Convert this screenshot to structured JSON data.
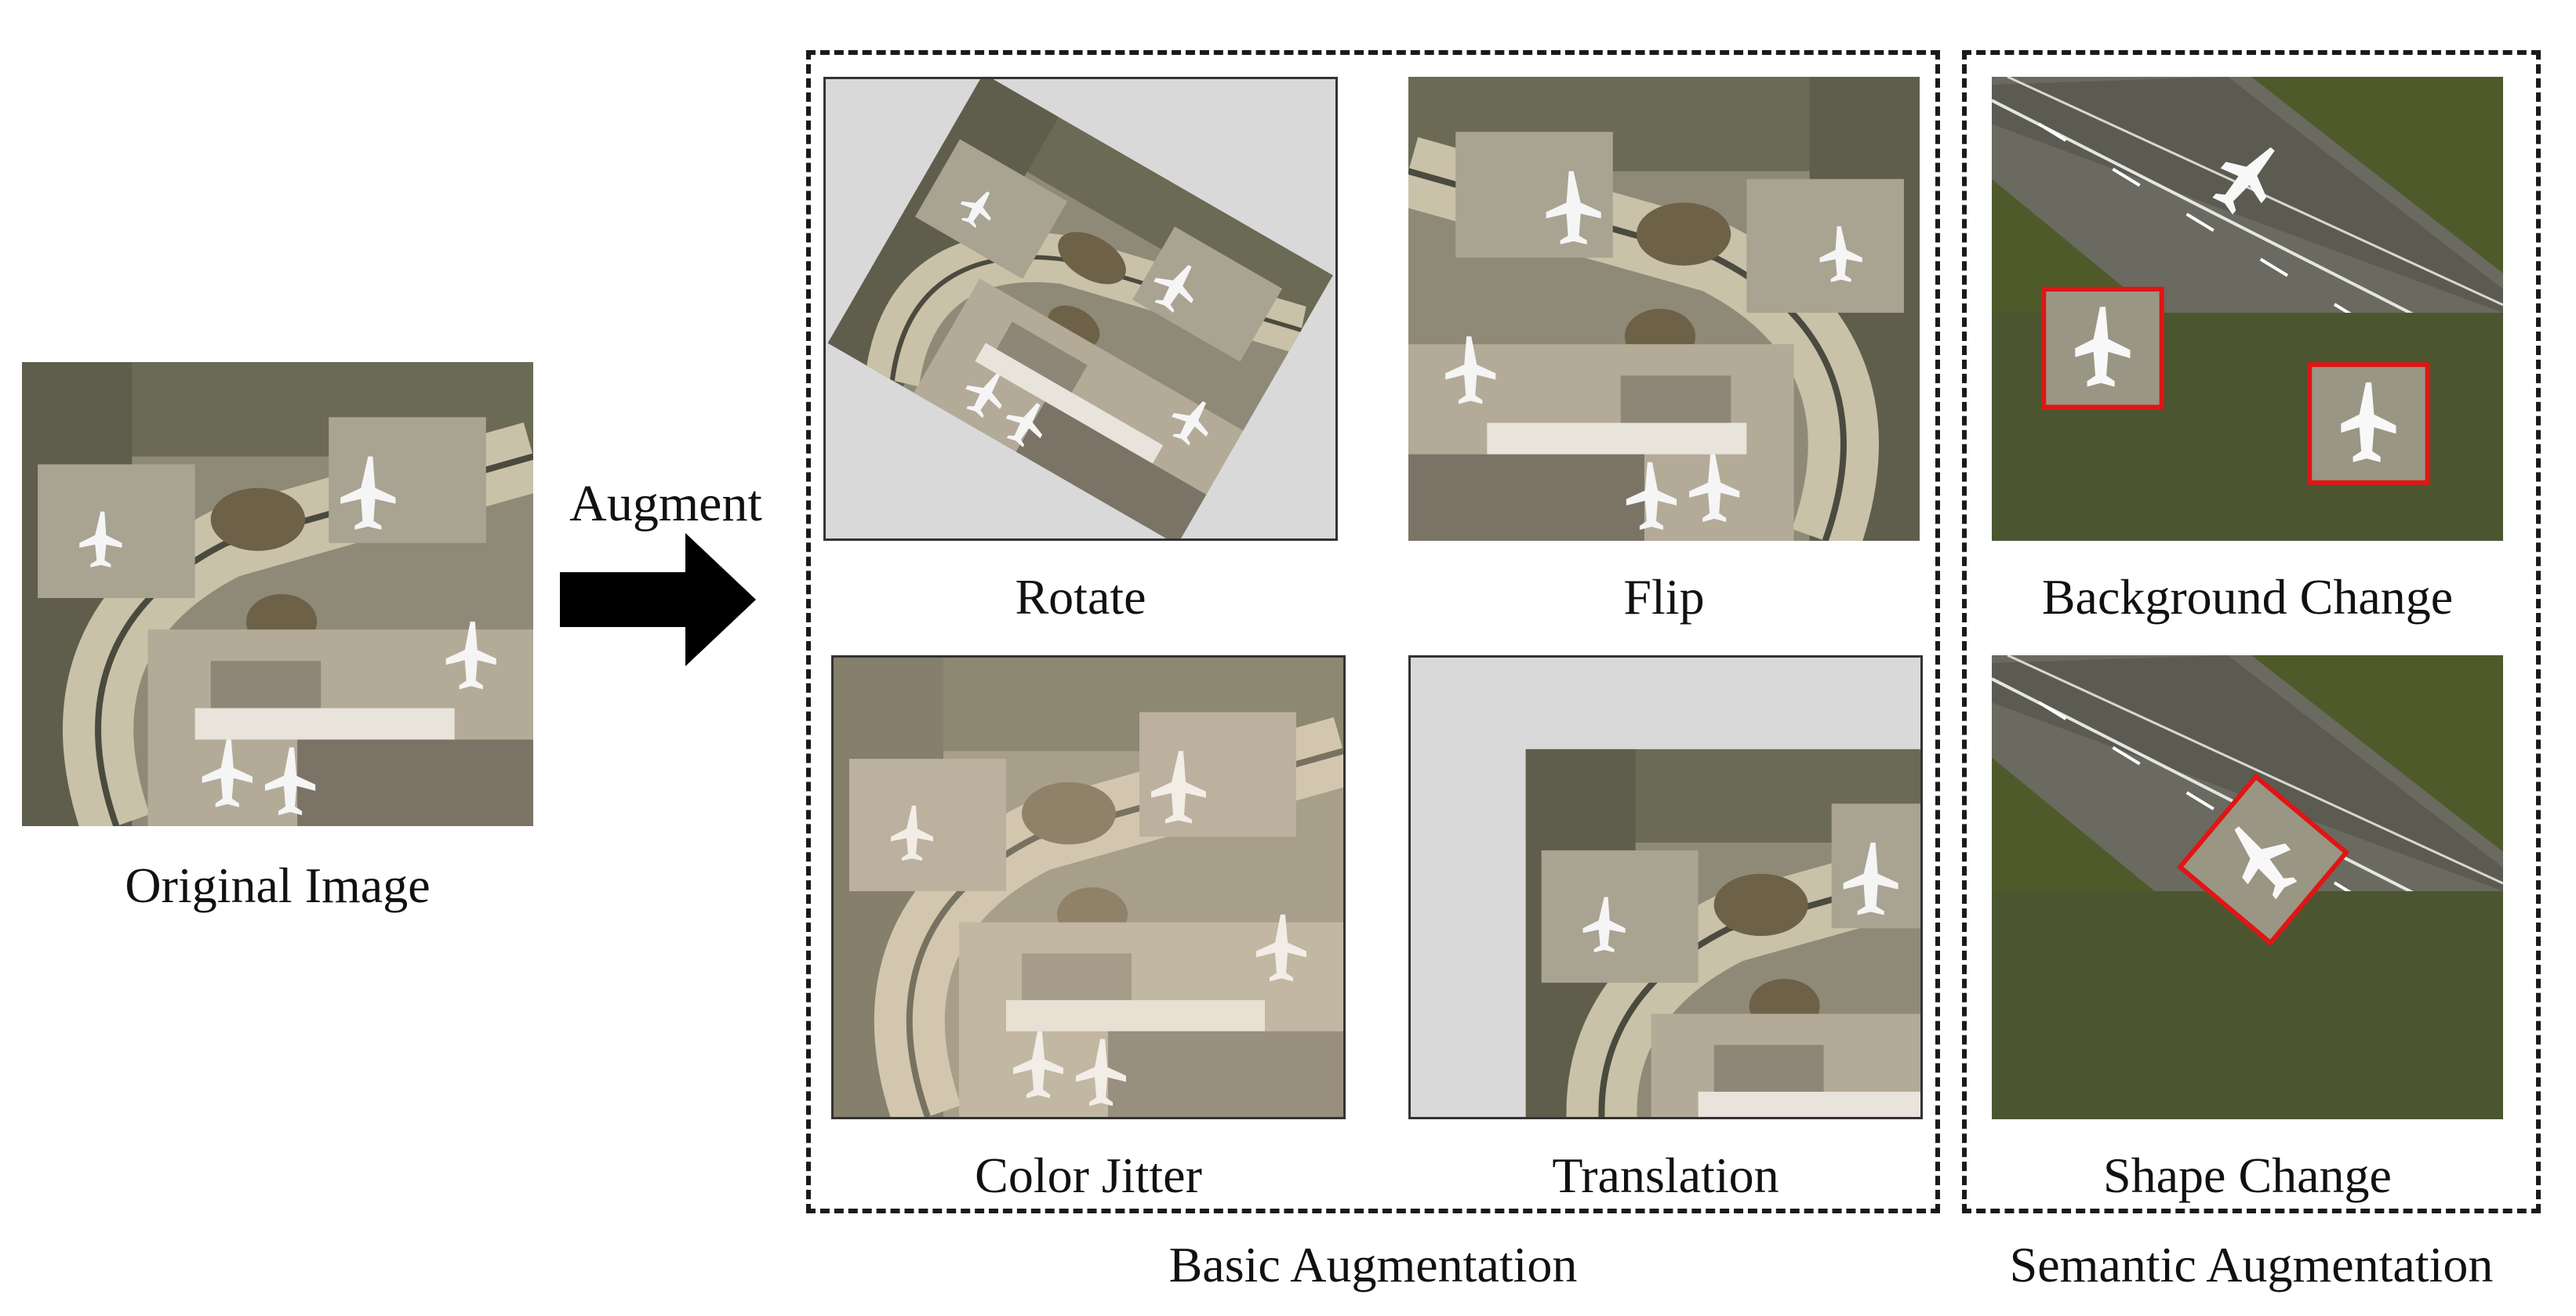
{
  "original": {
    "caption": "Original Image"
  },
  "arrow": {
    "label": "Augment"
  },
  "basic": {
    "group_label": "Basic Augmentation",
    "rotate": {
      "caption": "Rotate"
    },
    "flip": {
      "caption": "Flip"
    },
    "color_jitter": {
      "caption": "Color Jitter"
    },
    "translation": {
      "caption": "Translation"
    }
  },
  "semantic": {
    "group_label": "Semantic Augmentation",
    "background_change": {
      "caption": "Background Change"
    },
    "shape_change": {
      "caption": "Shape Change"
    }
  },
  "colors": {
    "box_red": "#e01515",
    "padding_gray": "#d9d9d9",
    "airport_base": "#9a927f",
    "grass": "#4f5a2b",
    "runway": "#6f6e63"
  },
  "icons": [
    "airplane-icon",
    "arrow-right-icon"
  ]
}
